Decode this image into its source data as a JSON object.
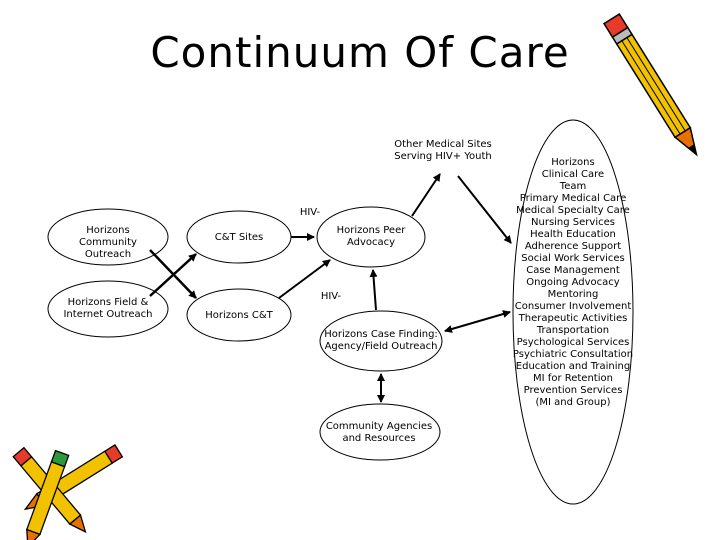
{
  "title": "Continuum Of Care",
  "nodes": {
    "community_outreach": "Horizons Community Outreach",
    "field_internet": "Horizons Field & Internet Outreach",
    "ct_sites": "C&T Sites",
    "horizons_ct": "Horizons C&T",
    "peer_advocacy": "Horizons Peer Advocacy",
    "case_finding": "Horizons Case Finding: Agency/Field Outreach",
    "community_agencies": "Community Agencies and Resources",
    "other_medical": "Other Medical Sites Serving HIV+ Youth"
  },
  "edge_labels": {
    "hiv_neg_top": "HIV-",
    "hiv_neg_mid": "HIV-"
  },
  "clinical_care": [
    "Horizons",
    "Clinical Care",
    "Team",
    "Primary Medical Care",
    "Medical Specialty Care",
    "Nursing Services",
    "Health Education",
    "Adherence Support",
    "Social Work Services",
    "Case Management",
    "Ongoing Advocacy",
    "Mentoring",
    "Consumer Involvement",
    "Therapeutic Activities",
    "Transportation",
    "Psychological Services",
    "Psychiatric Consultation",
    "Education and Training",
    "MI for Retention",
    "Prevention Services",
    "(MI and Group)"
  ],
  "colors": {
    "pencil_body": "#f2c200",
    "pencil_tip": "#e87000",
    "pencil_eraser": "#e63a2a",
    "line": "#000000"
  }
}
